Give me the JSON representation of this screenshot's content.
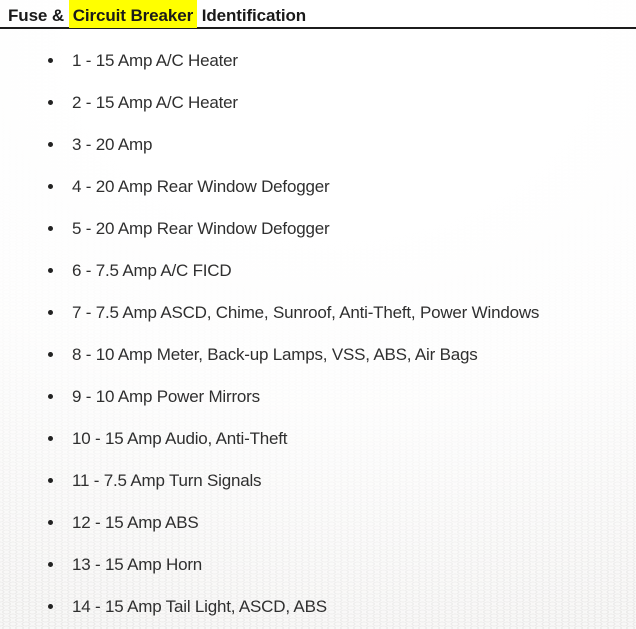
{
  "heading": {
    "prefix": "Fuse & ",
    "highlight": "Circuit Breaker",
    "suffix": " Identification"
  },
  "list": {
    "items": [
      "1 - 15 Amp A/C Heater",
      "2 - 15 Amp A/C Heater",
      "3 - 20 Amp",
      "4 - 20 Amp Rear Window Defogger",
      "5 - 20 Amp Rear Window Defogger",
      "6 - 7.5 Amp A/C FICD",
      "7 - 7.5 Amp ASCD, Chime, Sunroof, Anti-Theft, Power Windows",
      "8 - 10 Amp Meter, Back-up Lamps, VSS, ABS, Air Bags",
      "9 - 10 Amp Power Mirrors",
      "10 - 15 Amp Audio, Anti-Theft",
      "11 - 7.5 Amp Turn Signals",
      "12 - 15 Amp ABS",
      "13 - 15 Amp Horn",
      "14 - 15 Amp Tail Light, ASCD, ABS"
    ]
  },
  "colors": {
    "highlight_background": "#ffff00",
    "heading_text": "#1a1a1a",
    "body_text": "#2f2f2f",
    "rule": "#1c1c1c",
    "bullet": "#222222",
    "page_background": "#f6f5f4"
  }
}
